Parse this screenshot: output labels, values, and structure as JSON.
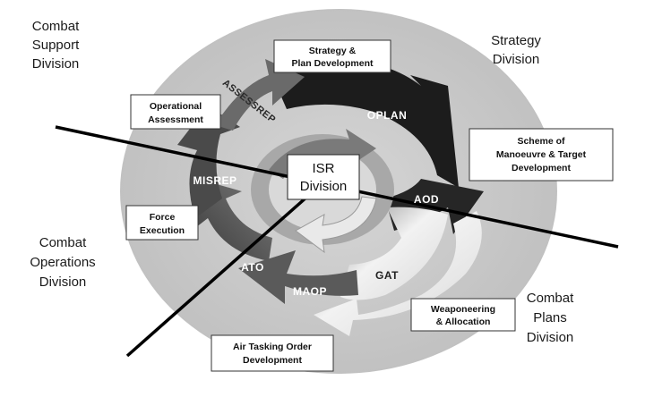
{
  "divisions": {
    "combat_support": [
      "Combat",
      "Support",
      "Division"
    ],
    "strategy": [
      "Strategy",
      "Division"
    ],
    "combat_operations": [
      "Combat",
      "Operations",
      "Division"
    ],
    "combat_plans": [
      "Combat",
      "Plans",
      "Division"
    ]
  },
  "center": [
    "ISR",
    "Division"
  ],
  "boxes": {
    "strategy_plan": [
      "Strategy &",
      "Plan Development"
    ],
    "operational_assessment": [
      "Operational",
      "Assessment"
    ],
    "scheme_of_manoeuvre": [
      "Scheme of",
      "Manoeuvre & Target",
      "Development"
    ],
    "force_execution": [
      "Force",
      "Execution"
    ],
    "weaponeering": [
      "Weaponeering",
      "& Allocation"
    ],
    "air_tasking_order": [
      "Air Tasking Order",
      "Development"
    ]
  },
  "arrows": {
    "oplan": "OPLAN",
    "aod": "AOD",
    "gat": "GAT",
    "maop": "MAOP",
    "ato": "ATO",
    "misrep": "MISREP",
    "assessrep": "ASSESSREP"
  },
  "colors": {
    "outer_disc": "#c9c9c9",
    "dark_arrow": "#1c1c1c",
    "mid_arrow": "#5e5e5e",
    "light_arrow": "#e4e4e4",
    "line": "#000000"
  }
}
